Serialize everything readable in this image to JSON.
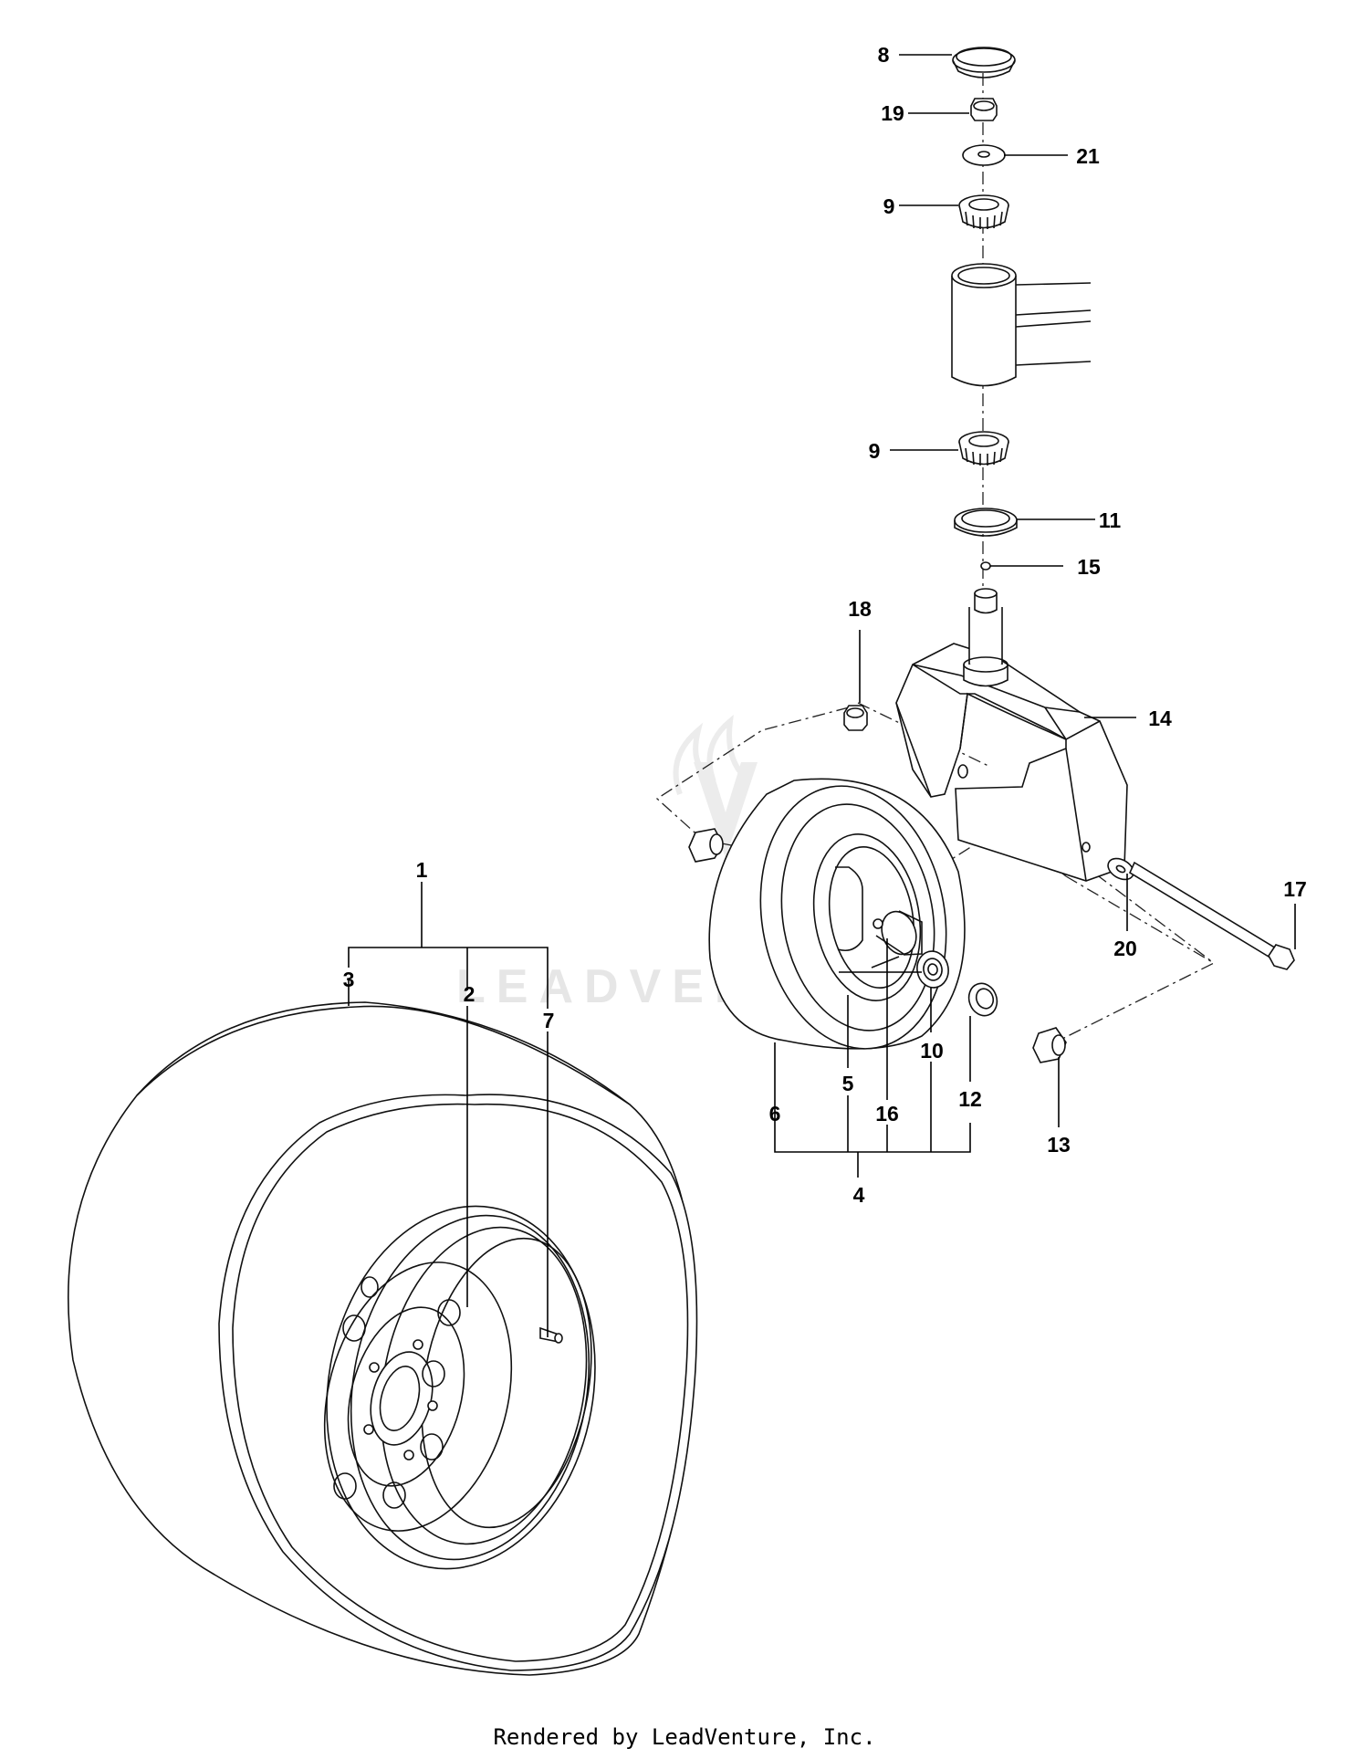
{
  "callouts": [
    {
      "id": "8",
      "label": "8"
    },
    {
      "id": "19",
      "label": "19"
    },
    {
      "id": "21",
      "label": "21"
    },
    {
      "id": "9a",
      "label": "9"
    },
    {
      "id": "9b",
      "label": "9"
    },
    {
      "id": "11",
      "label": "11"
    },
    {
      "id": "15",
      "label": "15"
    },
    {
      "id": "18",
      "label": "18"
    },
    {
      "id": "14",
      "label": "14"
    },
    {
      "id": "17",
      "label": "17"
    },
    {
      "id": "20",
      "label": "20"
    },
    {
      "id": "1",
      "label": "1"
    },
    {
      "id": "3",
      "label": "3"
    },
    {
      "id": "2",
      "label": "2"
    },
    {
      "id": "7",
      "label": "7"
    },
    {
      "id": "10",
      "label": "10"
    },
    {
      "id": "5",
      "label": "5"
    },
    {
      "id": "6",
      "label": "6"
    },
    {
      "id": "16",
      "label": "16"
    },
    {
      "id": "12",
      "label": "12"
    },
    {
      "id": "13",
      "label": "13"
    },
    {
      "id": "4",
      "label": "4"
    }
  ],
  "watermark": "LEADVENTURE",
  "footer": "Rendered by LeadVenture, Inc."
}
